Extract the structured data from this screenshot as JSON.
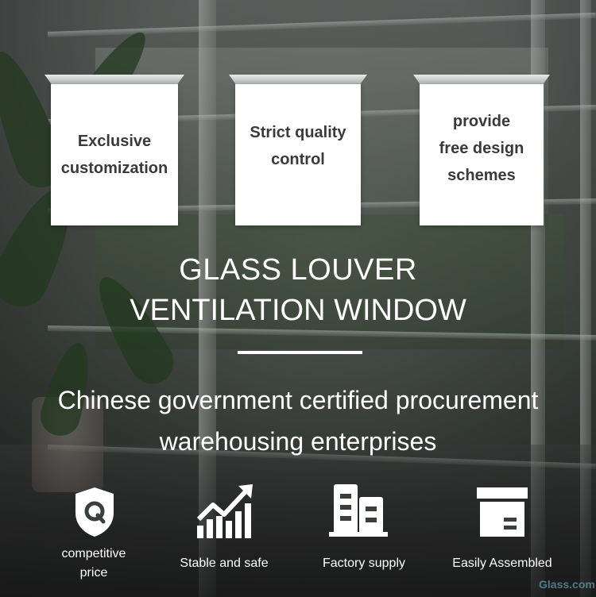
{
  "cards": [
    {
      "text": "Exclusive\ncustomization"
    },
    {
      "text": "Strict quality\ncontrol"
    },
    {
      "text": "provide\nfree design\nschemes"
    }
  ],
  "title": {
    "line1": "GLASS LOUVER",
    "line2": "VENTILATION WINDOW"
  },
  "subtitle": {
    "line1": "Chinese government certified procurement",
    "line2": "warehousing enterprises"
  },
  "features": [
    {
      "label": "competitive\nprice",
      "icon": "shield-q-icon"
    },
    {
      "label": "Stable and safe",
      "icon": "growth-chart-icon"
    },
    {
      "label": "Factory supply",
      "icon": "factory-building-icon"
    },
    {
      "label": "Easily Assembled",
      "icon": "package-box-icon"
    }
  ],
  "watermark": "Glass.com",
  "colors": {
    "card_bg": "#ffffff",
    "card_text": "#3a3a3a",
    "text": "#ffffff"
  }
}
